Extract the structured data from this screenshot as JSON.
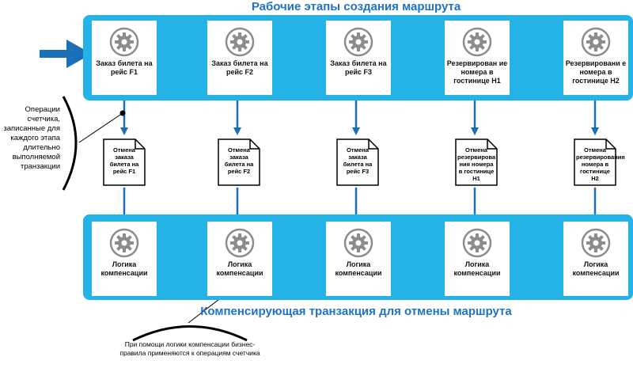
{
  "top_title": "Рабочие этапы создания маршрута",
  "bottom_title": "Компенсирующая транзакция для отмены маршрута",
  "work_steps": [
    "Заказ билета на рейс F1",
    "Заказ билета на рейс F2",
    "Заказ билета на рейс F3",
    "Резервирован ие номера в гостинице H1",
    "Резервировани е номера в гостинице H2"
  ],
  "counter_ops": [
    "Отмена заказа билета на рейс F1",
    "Отмена заказа билета на рейс F2",
    "Отмена заказа билета на рейс F3",
    "Отмена резервирова ния номера в гостинице H1",
    "Отмена резервирования номера в гостинице H2"
  ],
  "compensation_steps": [
    "Логика компенсации",
    "Логика компенсации",
    "Логика компенсации",
    "Логика компенсации",
    "Логика компенсации"
  ],
  "left_note": "Операции счетчика, записанные для каждого этапа длительно выполняемой транзакции",
  "bottom_note": "При помощи логики компенсации бизнес-правила применяются к операциям счетчика",
  "colors": {
    "band": "#23b3e6",
    "arrow": "#1b6fb6",
    "title": "#1f73c4",
    "gear": "#8c8c8c"
  },
  "icons": {
    "step": "gear-cycle-icon",
    "counter_op": "document-icon"
  }
}
